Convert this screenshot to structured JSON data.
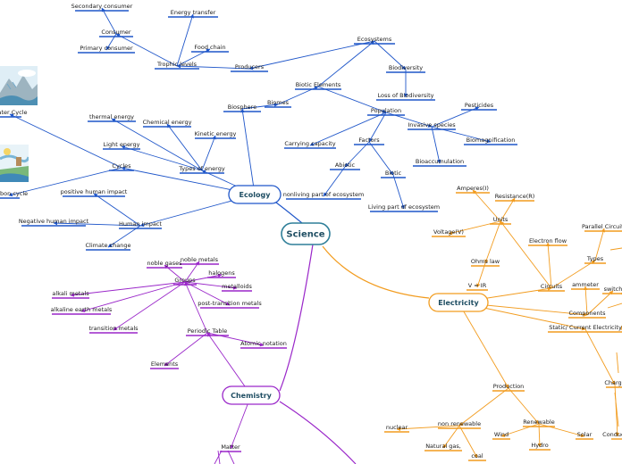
{
  "colors": {
    "ecology": "#1f56c9",
    "electricity": "#f29c1f",
    "chemistry": "#9a27c9",
    "center_border": "#2f7f99",
    "hub_fill": "#ffffff",
    "hub_text": "#1f4e63"
  },
  "center": {
    "label": "Science"
  },
  "ecology": {
    "label": "Ecology",
    "nodes": {
      "secondary_consumer": "Secondary consumer",
      "consumer": "Consumer",
      "primary_consumer": "Primary consumer",
      "energy_transfer": "Energy transfer",
      "food_chain": "Food chain",
      "trophic_levels": "Trophic levels",
      "producers": "Producers",
      "ecosystems": "Ecosystems",
      "biodiversity": "Biodiversity",
      "loss_of_biodiversity": "Loss of Biodiversity",
      "biotic_elements": "Biotic Elements",
      "population": "Population",
      "invasive_species": "Invasive species",
      "pesticides": "Pesticides",
      "biomagnification": "Biomagnification",
      "bioaccumulation": "Bioaccumulation",
      "carrying_capacity": "Carrying capacity",
      "factors": "Factors",
      "abiotic": "Abiotic",
      "biotic": "Biotic",
      "nonliving_part": "nonliving part of ecosystem",
      "living_part": "Living part of ecosystem",
      "biosphere": "Biosphere",
      "biomes": "Biomes",
      "water_cycle": "Water Cycle",
      "carbon_cycle": "Carbon cycle",
      "thermal_energy": "thermal energy",
      "chemical_energy": "Chemical energy",
      "kinetic_energy": "Kinetic energy",
      "light_energy": "Light energy",
      "types_of_energy": "Types of energy",
      "cycles": "Cycles",
      "positive_human_impact": "positive human impact",
      "negative_human_impact": "Negative human impact",
      "human_impact": "Human impact",
      "climate_change": "Climate change"
    }
  },
  "electricity": {
    "label": "Electricity",
    "nodes": {
      "amperes": "Amperes(I)",
      "resistance": "Resistance(R)",
      "units": "Units",
      "voltage": "Voltage(V)",
      "ohms_law": "Ohms law",
      "v_ir": "V = IR",
      "electron_flow": "Electron flow",
      "parallel_circuits": "Parallel Circuits",
      "types": "Types",
      "circuits": "Circuits",
      "ammeter": "ammeter",
      "switch": "switch",
      "components": "Components",
      "static_current": "Static/ Current Electricity",
      "charge": "Charge",
      "conductor": "Conductor",
      "production": "Production",
      "non_renewable": "non renewable",
      "renewable": "Renewable",
      "nuclear": "nuclear",
      "natural_gas": "Natural gas,",
      "coal": "coal",
      "wind": "Wind",
      "hydro": "Hydro",
      "solar": "Solar"
    }
  },
  "chemistry": {
    "label": "Chemistry",
    "nodes": {
      "noble_gases": "noble gases",
      "noble_metals": "noble metals",
      "halogens": "halogens",
      "metalloids": "metalloids",
      "groups": "Groups",
      "alkali_metals": "alkali metals",
      "alkaline_earth_metals": "alkaline earth metals",
      "post_transition_metals": "post-transition metals",
      "transition_metals": "transition metals",
      "periodic_table": "Periodic Table",
      "atomic_notation": "Atomic notation",
      "elements": "Elements",
      "matter": "Matter"
    }
  }
}
